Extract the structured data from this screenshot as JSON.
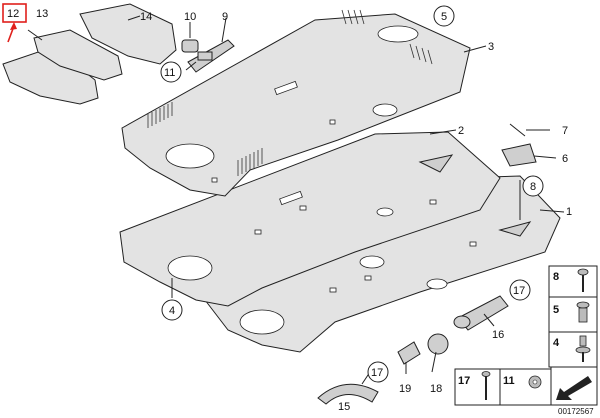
{
  "diagram": {
    "callouts": {
      "c1": "1",
      "c2": "2",
      "c3": "3",
      "c4": "4",
      "c5": "5",
      "c6": "6",
      "c7": "7",
      "c8": "8",
      "c9": "9",
      "c10": "10",
      "c11": "11",
      "c12": "12",
      "c13": "13",
      "c14": "14",
      "c15": "15",
      "c16": "16",
      "c17": "17",
      "c18": "18",
      "c19": "19"
    },
    "legend": {
      "l8": "8",
      "l5": "5",
      "l4": "4",
      "l17": "17",
      "l11": "11"
    },
    "reference_number": "00172567",
    "highlight_color": "#e0201c"
  }
}
